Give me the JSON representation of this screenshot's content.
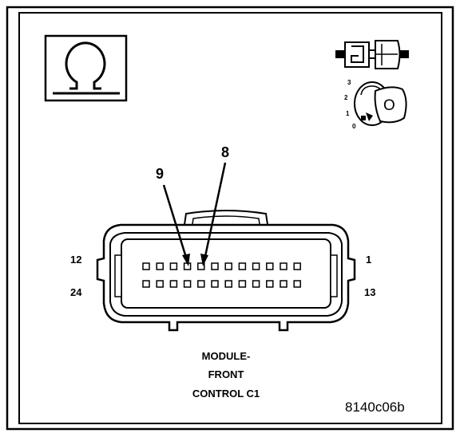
{
  "symbol": {
    "name": "ohm-icon",
    "glyph": "Ω"
  },
  "icons": {
    "connector": "connector-icon",
    "ignition": "ignition-switch-icon"
  },
  "ignition_positions": [
    "3",
    "2",
    "1",
    "0"
  ],
  "ignition_key_label": "O",
  "callouts": {
    "left": "9",
    "right": "8"
  },
  "pin_labels": {
    "top_left": "12",
    "top_right": "1",
    "bottom_left": "24",
    "bottom_right": "13"
  },
  "caption": {
    "line1": "MODULE-",
    "line2": "FRONT",
    "line3": "CONTROL C1"
  },
  "figure_ref": "8140c06b",
  "connector": {
    "pins_per_row": 12,
    "rows": 2
  }
}
